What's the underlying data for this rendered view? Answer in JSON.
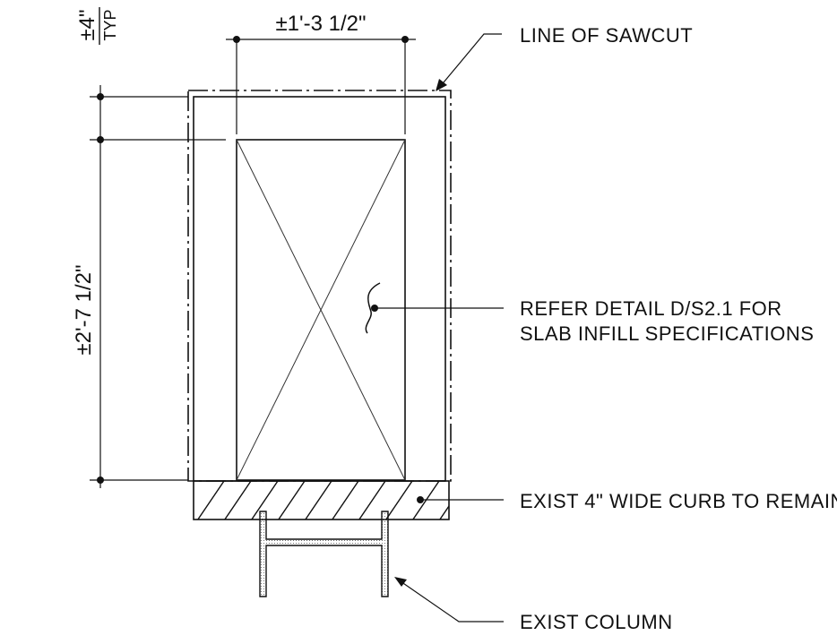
{
  "dimensions": {
    "width": "±1'-3 1/2\"",
    "height": "±2'-7 1/2\"",
    "edge": "±4\"",
    "edge_note": "TYP"
  },
  "notes": {
    "sawcut": "LINE OF SAWCUT",
    "refer_line1": "REFER DETAIL D/S2.1 FOR",
    "refer_line2": "SLAB INFILL SPECIFICATIONS",
    "curb": "EXIST 4\" WIDE CURB TO REMAIN",
    "column": "EXIST COLUMN"
  },
  "colors": {
    "line": "#111111",
    "background": "#ffffff"
  }
}
